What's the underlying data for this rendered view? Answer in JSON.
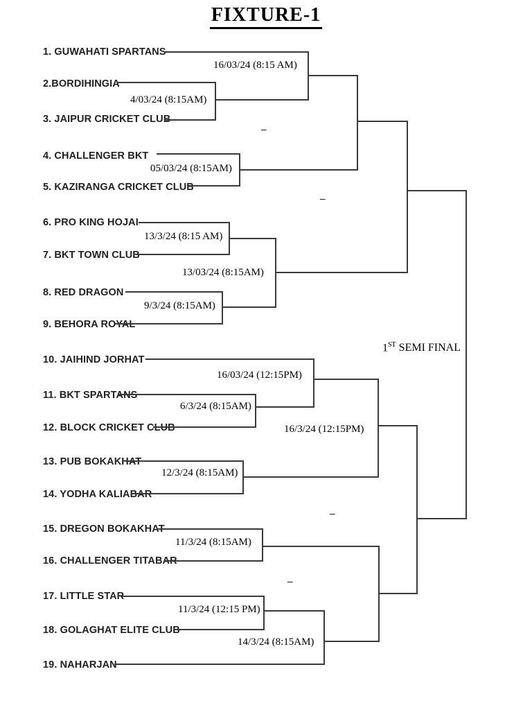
{
  "page_title": "FIXTURE-1",
  "semi_final_label": {
    "number": "1",
    "ordinal": "ST",
    "text": "SEMI FINAL"
  },
  "placeholder_dash": "–",
  "teams": [
    "1. GUWAHATI SPARTANS",
    "2.BORDIHINGIA",
    "3. JAIPUR CRICKET CLUB",
    "4. CHALLENGER BKT",
    "5. KAZIRANGA CRICKET CLUB",
    "6. PRO KING HOJAI",
    "7. BKT TOWN CLUB",
    "8. RED DRAGON",
    "9. BEHORA ROYAL",
    "10. JAIHIND JORHAT",
    "11. BKT SPARTANS",
    "12. BLOCK CRICKET CLUB",
    "13. PUB BOKAKHAT",
    "14. YODHA KALIABAR",
    "15. DREGON BOKAKHAT",
    "16. CHALLENGER TITABAR",
    "17. LITTLE STAR",
    "18. GOLAGHAT ELITE CLUB",
    "19. NAHARJAN"
  ],
  "schedule": {
    "r2_top_match": "16/03/24 (8:15 AM)",
    "m2v3": "4/03/24 (8:15AM)",
    "m4v5": "05/03/24 (8:15AM)",
    "m6v7": "13/3/24 (8:15 AM)",
    "qf_top": "13/03/24 (8:15AM)",
    "m8v9": "9/3/24 (8:15AM)",
    "r2_bottom_match": "16/03/24 (12:15PM)",
    "m11v12": "6/3/24 (8:15AM)",
    "qf_bottom": "16/3/24 (12:15PM)",
    "m13v14": "12/3/24 (8:15AM)",
    "m15v16": "11/3/24 (8:15AM)",
    "m17v18": "11/3/24 (12:15 PM)",
    "m_w1718_v19": "14/3/24 (8:15AM)"
  }
}
